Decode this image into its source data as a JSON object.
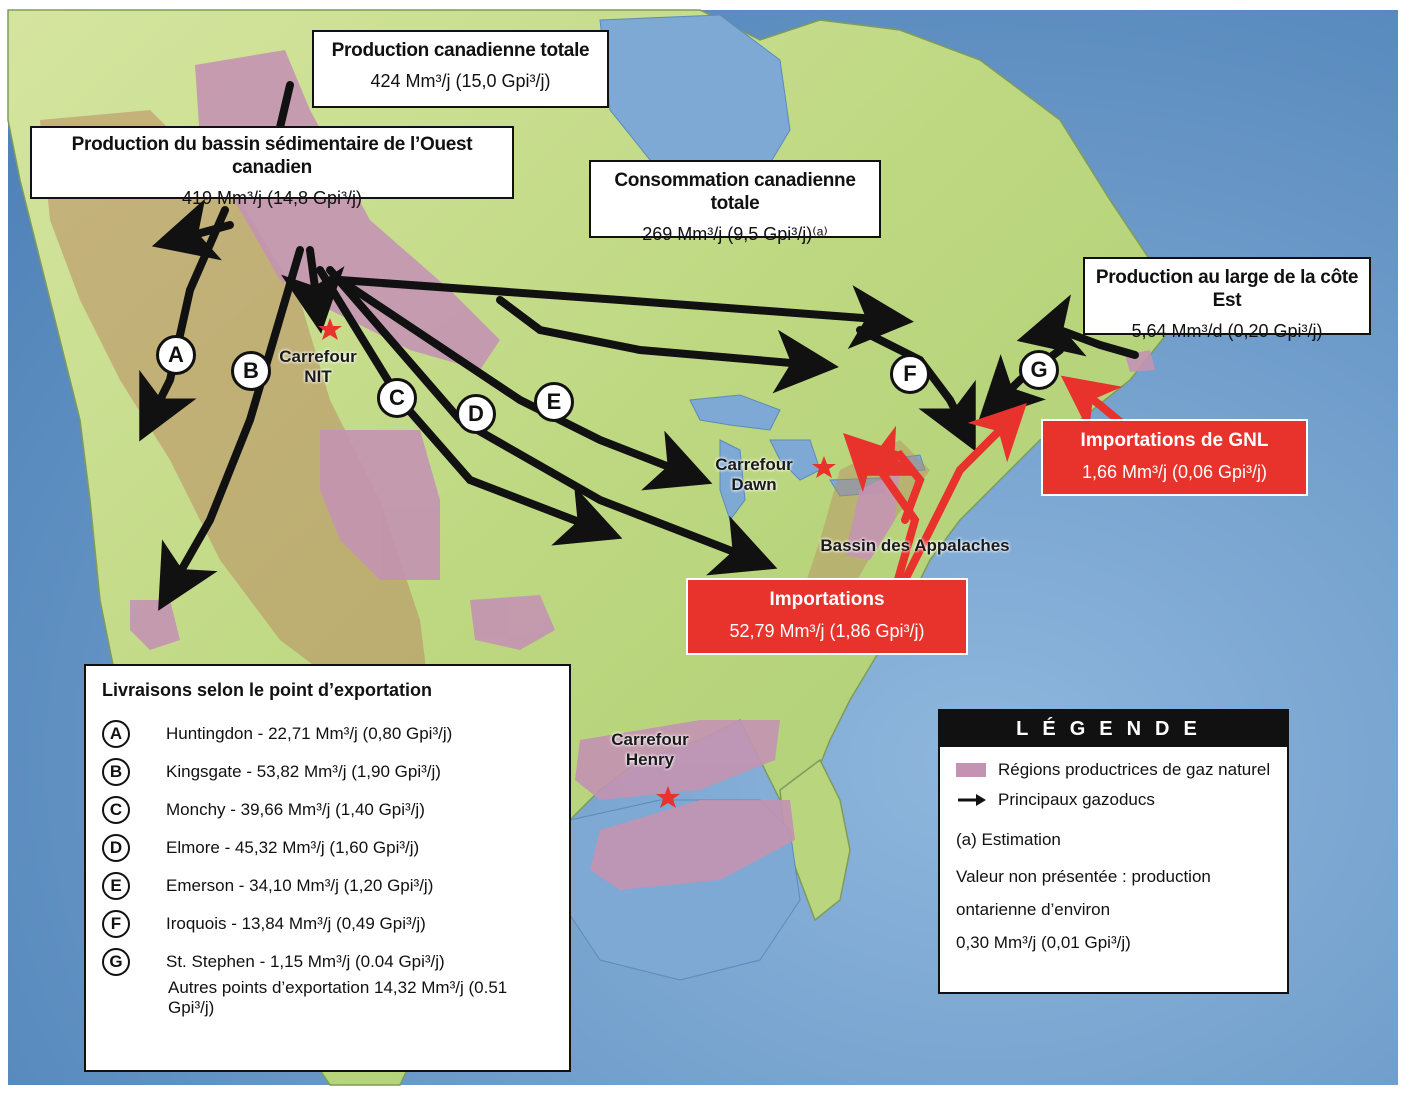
{
  "colors": {
    "ocean": "#6e9ccc",
    "land": "#c8dc8c",
    "mountains": "#b98a62",
    "producing_region": "#c493b2",
    "pipeline": "#111111",
    "imports": "#e8322c",
    "hub_star": "#e8322c"
  },
  "boxes": {
    "canada_total": {
      "title": "Production canadienne totale",
      "value": "424 Mm³/j (15,0 Gpi³/j)"
    },
    "wcsb": {
      "title": "Production du bassin sédimentaire de l’Ouest canadien",
      "value": "419 Mm³/j (14,8 Gpi³/j)"
    },
    "consumption": {
      "title": "Consommation canadienne totale",
      "value": "269 Mm³/j (9,5 Gpi³/j)⁽ᵃ⁾"
    },
    "east_coast": {
      "title": "Production au large de la côte Est",
      "value": "5,64 Mm³/d (0,20 Gpi³/j)"
    }
  },
  "import_boxes": {
    "lng": {
      "title": "Importations de GNL",
      "value": "1,66 Mm³/j (0,06 Gpi³/j)"
    },
    "imports": {
      "title": "Importations",
      "value": "52,79 Mm³/j (1,86 Gpi³/j)"
    }
  },
  "labels": {
    "nit": "Carrefour\nNIT",
    "dawn": "Carrefour\nDawn",
    "henry": "Carrefour\nHenry",
    "appalachian": "Bassin des Appalaches"
  },
  "export_markers": [
    "A",
    "B",
    "C",
    "D",
    "E",
    "F",
    "G"
  ],
  "deliveries": {
    "title": "Livraisons selon le point d’exportation",
    "items": [
      {
        "letter": "A",
        "text": "Huntingdon - 22,71 Mm³/j (0,80 Gpi³/j)"
      },
      {
        "letter": "B",
        "text": "Kingsgate - 53,82 Mm³/j (1,90 Gpi³/j)"
      },
      {
        "letter": "C",
        "text": "Monchy - 39,66 Mm³/j (1,40 Gpi³/j)"
      },
      {
        "letter": "D",
        "text": "Elmore - 45,32 Mm³/j (1,60 Gpi³/j)"
      },
      {
        "letter": "E",
        "text": "Emerson - 34,10 Mm³/j (1,20 Gpi³/j)"
      },
      {
        "letter": "F",
        "text": "Iroquois - 13,84 Mm³/j (0,49 Gpi³/j)"
      },
      {
        "letter": "G",
        "text": "St. Stephen - 1,15 Mm³/j (0.04 Gpi³/j)"
      }
    ],
    "other": "Autres points d’exportation 14,32 Mm³/j (0.51 Gpi³/j)"
  },
  "legend": {
    "heading": "LÉGENDE",
    "regions": "Régions productrices de gaz naturel",
    "pipelines": "Principaux gazoducs",
    "note_a": "(a)  Estimation",
    "note_value_1": "Valeur non présentée : production",
    "note_value_2": "ontarienne d’environ",
    "note_value_3": "0,30 Mm³/j (0,01 Gpi³/j)"
  }
}
